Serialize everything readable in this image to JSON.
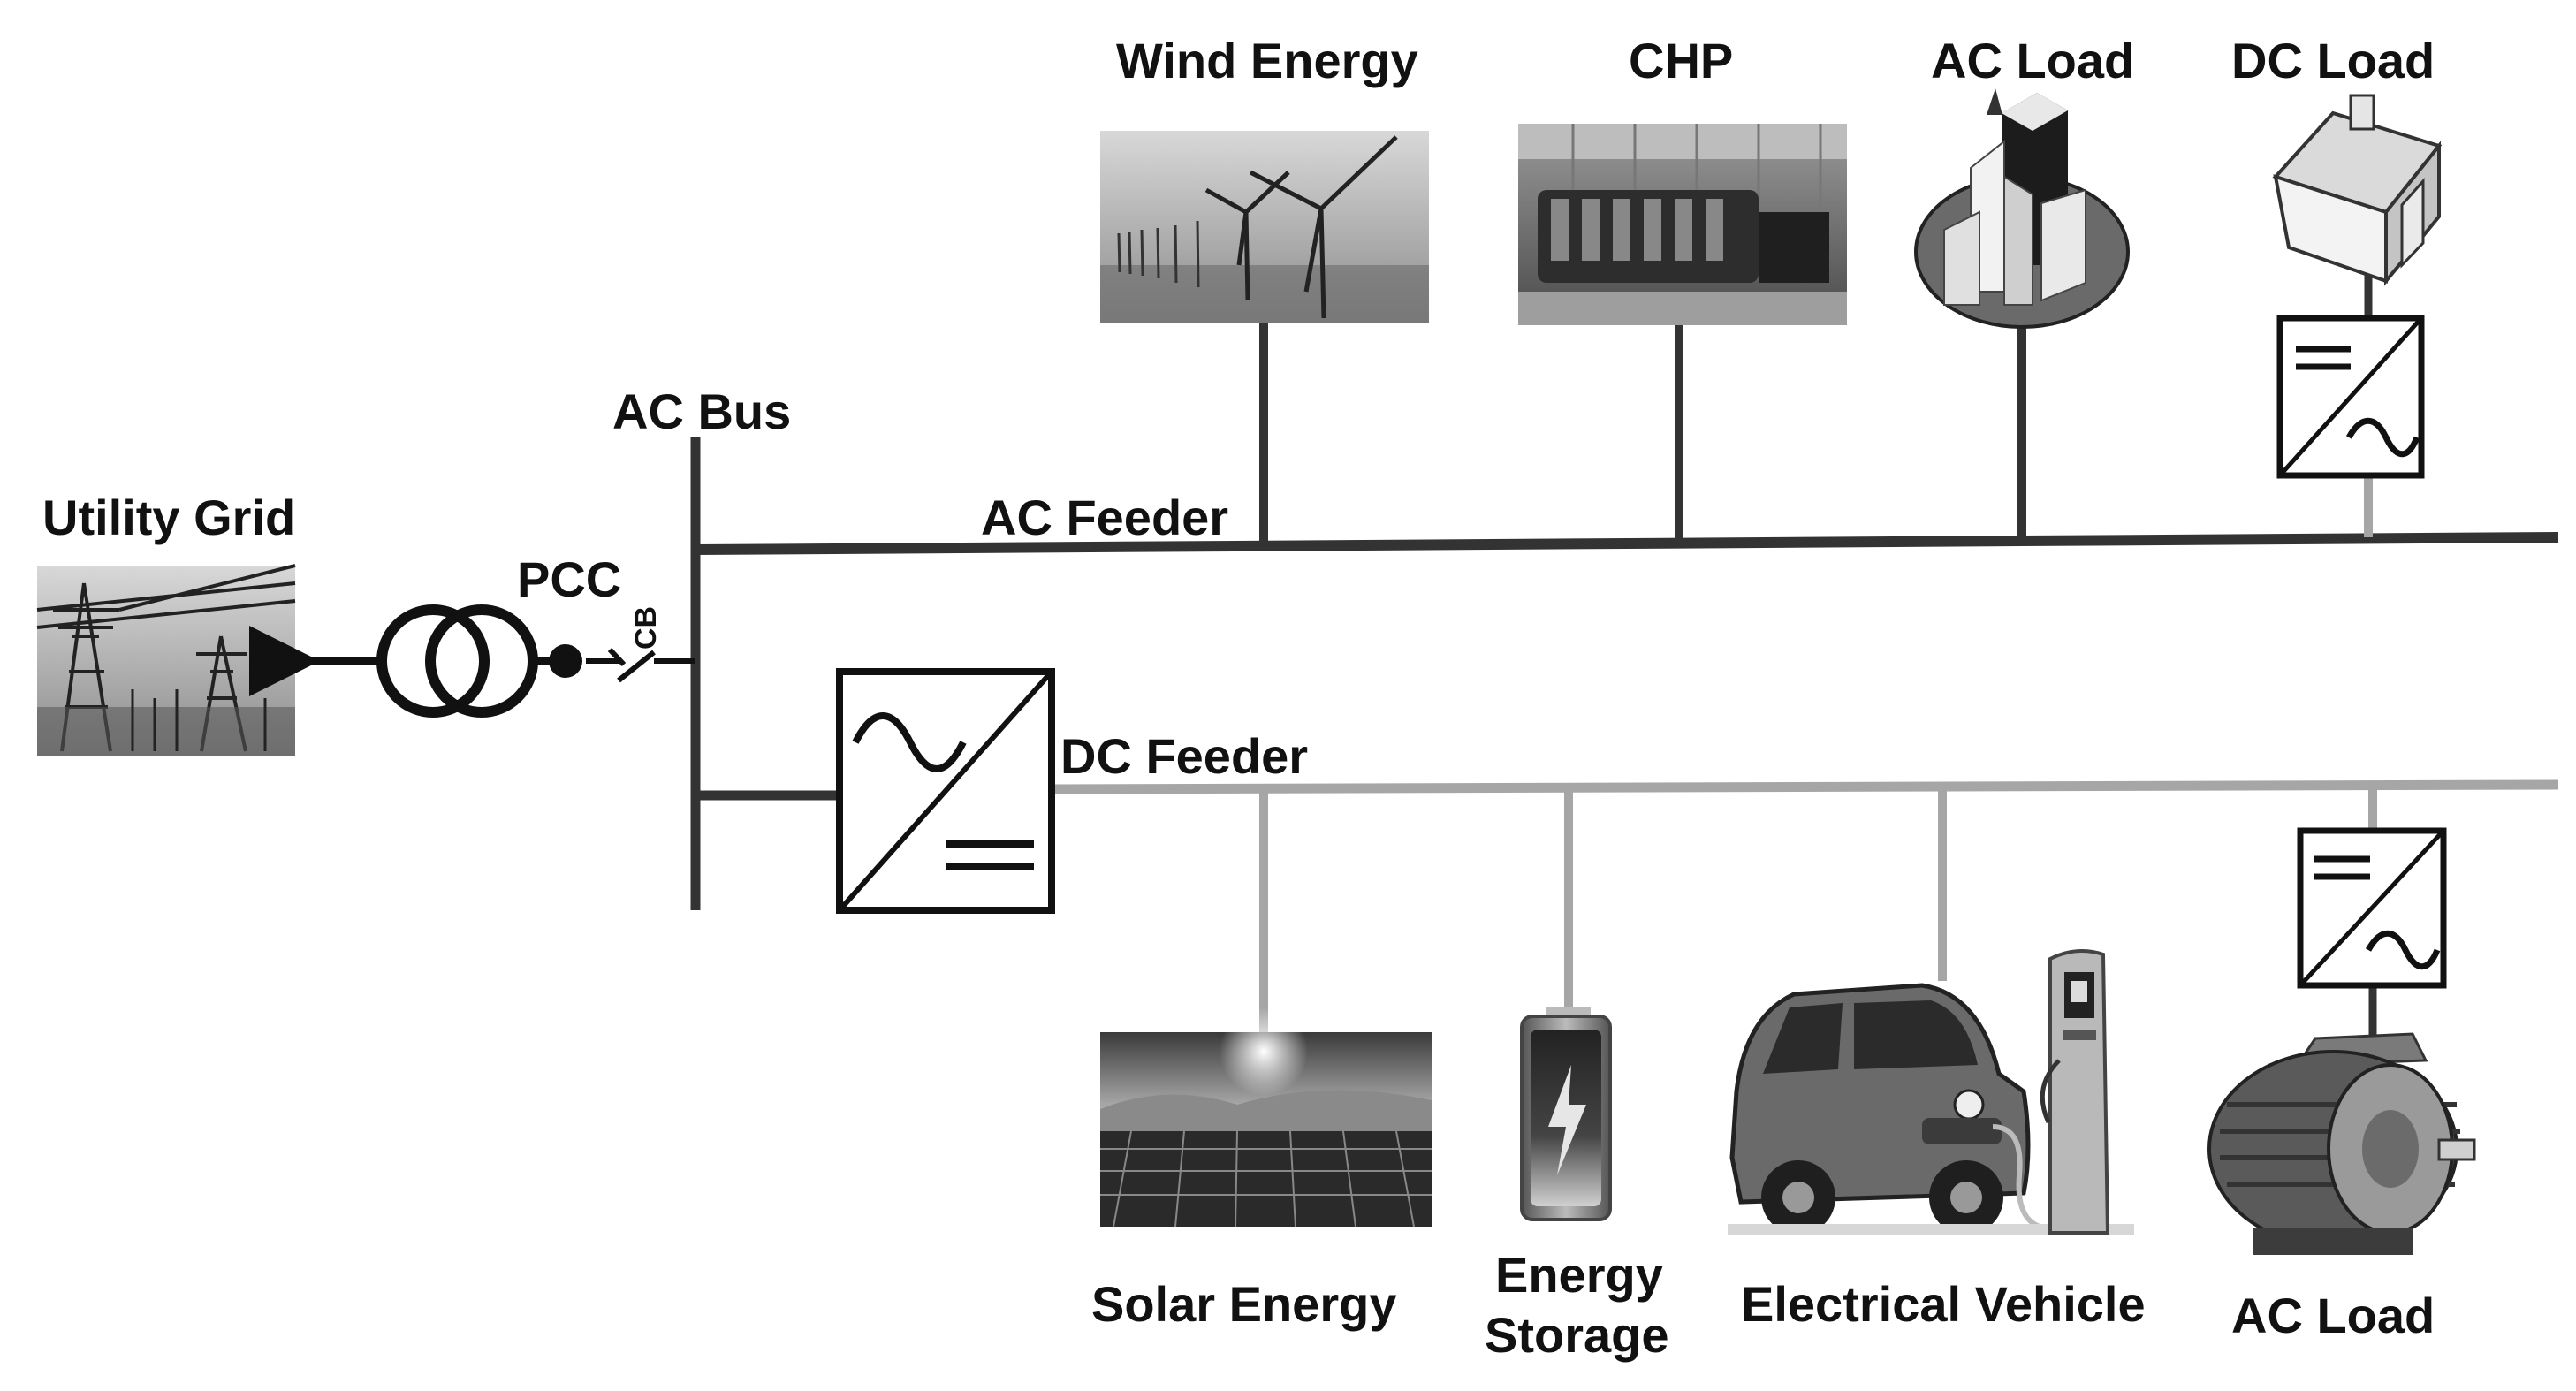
{
  "labels": {
    "utility_grid": "Utility Grid",
    "pcc": "PCC",
    "cb": "CB",
    "ac_bus": "AC Bus",
    "ac_feeder": "AC Feeder",
    "dc_feeder": "DC Feeder",
    "wind_energy": "Wind Energy",
    "chp": "CHP",
    "ac_load_top": "AC Load",
    "dc_load": "DC Load",
    "solar_energy": "Solar Energy",
    "energy_storage_line1": "Energy",
    "energy_storage_line2": "Storage",
    "electrical_vehicle": "Electrical Vehicle",
    "ac_load_bottom": "AC Load"
  },
  "colors": {
    "ac_line": "#333333",
    "dc_line": "#a6a6a6",
    "text": "#111111"
  },
  "icons": [
    "transmission-tower-icon",
    "transformer-icon",
    "circuit-breaker-icon",
    "wind-turbine-icon",
    "chp-generator-icon",
    "city-buildings-icon",
    "house-icon",
    "dc-ac-inverter-icon",
    "ac-dc-rectifier-icon",
    "solar-panel-icon",
    "battery-icon",
    "electric-car-icon",
    "charging-station-icon",
    "electric-motor-icon"
  ]
}
